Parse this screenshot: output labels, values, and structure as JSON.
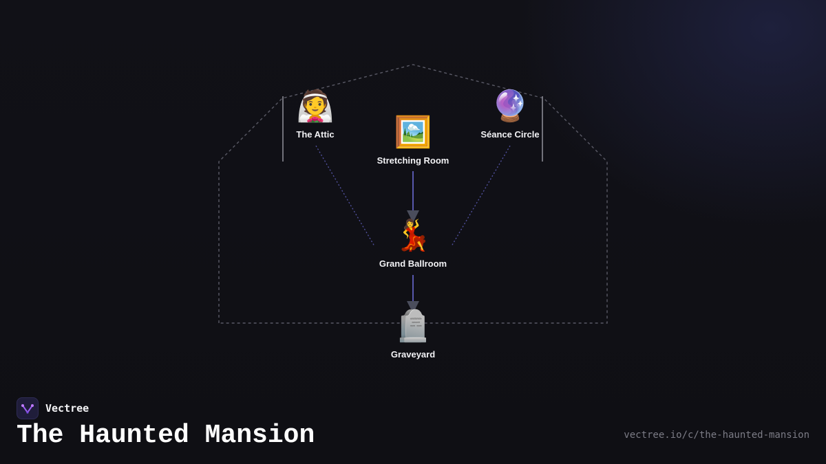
{
  "header": {
    "brand_name": "Vectree",
    "title": "The Haunted Mansion",
    "url": "vectree.io/c/the-haunted-mansion"
  },
  "colors": {
    "background": "#101016",
    "edge": "#6b6bd6",
    "arrowhead": "#4a4d5c",
    "frame": "#5a5a66",
    "label": "#f2f2f5",
    "brand_accent": "#9b5cf0"
  },
  "nodes": [
    {
      "id": "attic",
      "label": "The Attic",
      "icon": "👰",
      "icon_name": "bride-icon"
    },
    {
      "id": "stretching",
      "label": "Stretching Room",
      "icon": "🖼️",
      "icon_name": "framed-picture-icon"
    },
    {
      "id": "seance",
      "label": "Séance Circle",
      "icon": "🔮",
      "icon_name": "crystal-ball-icon"
    },
    {
      "id": "ballroom",
      "label": "Grand Ballroom",
      "icon": "💃",
      "icon_name": "dancer-icon"
    },
    {
      "id": "graveyard",
      "label": "Graveyard",
      "icon": "🪦",
      "icon_name": "headstone-icon"
    }
  ],
  "edges": [
    {
      "from": "stretching",
      "to": "ballroom",
      "style": "solid"
    },
    {
      "from": "ballroom",
      "to": "graveyard",
      "style": "solid"
    },
    {
      "from": "attic",
      "to": "ballroom",
      "style": "dotted"
    },
    {
      "from": "seance",
      "to": "ballroom",
      "style": "dotted"
    }
  ]
}
